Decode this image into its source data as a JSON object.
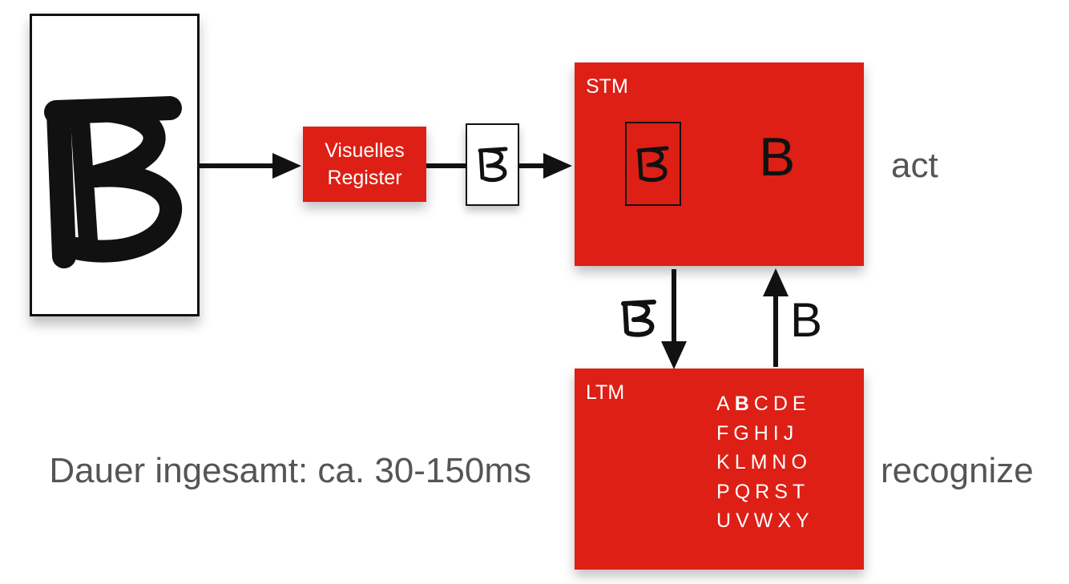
{
  "stimulus": {
    "glyph": "handwritten-b"
  },
  "visual_register": {
    "line1": "Visuelles",
    "line2": "Register"
  },
  "stm": {
    "title": "STM",
    "typed_letter": "B"
  },
  "ltm": {
    "title": "LTM",
    "alphabet_rows": [
      [
        "A",
        "B",
        "C",
        "D",
        "E"
      ],
      [
        "F",
        "G",
        "H",
        "I",
        "J"
      ],
      [
        "K",
        "L",
        "M",
        "N",
        "O"
      ],
      [
        "P",
        "Q",
        "R",
        "S",
        "T"
      ],
      [
        "U",
        "V",
        "W",
        "X",
        "Y"
      ]
    ],
    "highlighted_letter": "B"
  },
  "labels": {
    "act": "act",
    "recognize": "recognize",
    "duration": "Dauer ingesamt: ca. 30-150ms",
    "return_letter": "B"
  },
  "colors": {
    "box_fill": "#dd1f16",
    "box_text": "#ffffff",
    "label_text": "#555555",
    "ink": "#111111"
  }
}
